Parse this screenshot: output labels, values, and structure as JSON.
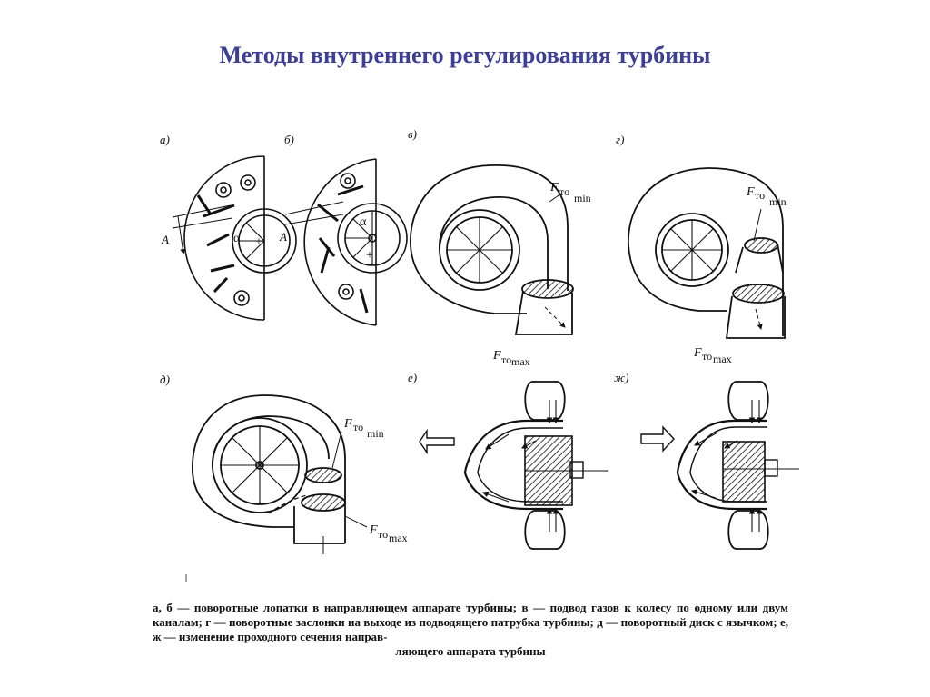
{
  "title": "Методы внутреннего регулирования турбины",
  "panels": {
    "a": "а)",
    "b": "б)",
    "v": "в)",
    "g": "г)",
    "d": "д)",
    "e": "е)",
    "zh": "ж)"
  },
  "annotations": {
    "A": "A",
    "alpha": "α",
    "plus": "+",
    "F": "F",
    "to": "то",
    "min": "min",
    "max": "max"
  },
  "caption": {
    "line1": "а, б — поворотные лопатки в направляющем аппарате турбины; в — подвод газов к колесу по",
    "line2": "одному или двум каналам; г — поворотные заслонки на выходе из подводящего патрубка",
    "line3": "турбины; д — поворотный диск с язычком; е, ж — изменение проходного сечения направ-",
    "line4": "ляющего аппарата турбины"
  }
}
